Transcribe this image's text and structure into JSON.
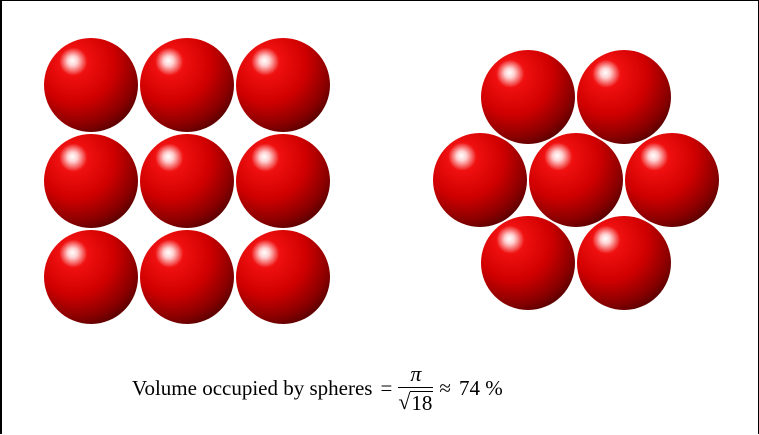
{
  "diagram": {
    "square_packing": {
      "rows": 3,
      "columns": 3
    },
    "hexagonal_packing": {
      "row_counts": [
        2,
        3,
        2
      ]
    },
    "sphere_color": "#d40000",
    "sphere_highlight_color": "#ffffff"
  },
  "formula": {
    "label": "Volume occupied by spheres",
    "equals": "=",
    "numerator": "π",
    "radical": "√",
    "radicand": "18",
    "approx": "≈",
    "result": "74 %"
  }
}
